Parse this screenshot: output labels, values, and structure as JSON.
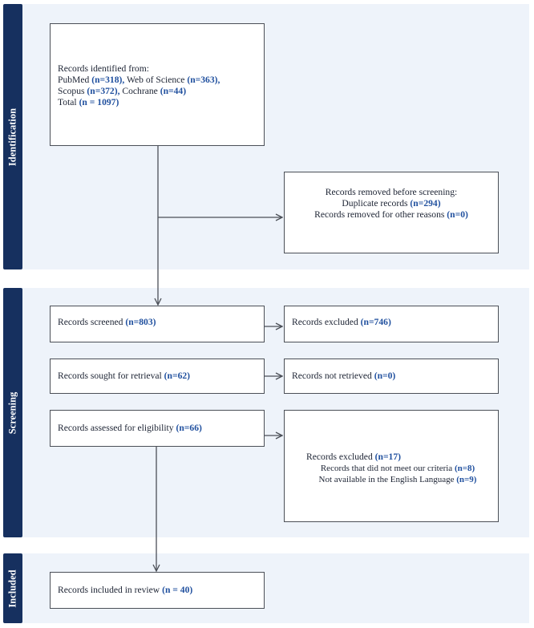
{
  "phases": {
    "identification": "Identification",
    "screening": "Screening",
    "included": "Included"
  },
  "identified": {
    "heading": "Records identified from:",
    "line2_prefix": "PubMed ",
    "pubmed": "(n=318),",
    "line2_mid": " Web of Science ",
    "wos": "(n=363),",
    "line3_prefix": "Scopus ",
    "scopus": "(n=372),",
    "line3_mid": " Cochrane ",
    "cochrane": "(n=44)",
    "total_label": "Total ",
    "total": "(n = 1097)"
  },
  "removed": {
    "heading": "Records removed before screening:",
    "duplicate_label": "Duplicate records ",
    "duplicate": "(n=294)",
    "other_label": "Records removed for other reasons ",
    "other": "(n=0)"
  },
  "screened": {
    "label": "Records screened ",
    "value": "(n=803)"
  },
  "excluded": {
    "label": "Records excluded ",
    "value": "(n=746)"
  },
  "sought": {
    "label": "Records sought for retrieval ",
    "value": "(n=62)"
  },
  "not_retrieved": {
    "label": "Records not retrieved ",
    "value": "(n=0)"
  },
  "assessed": {
    "label": "Records assessed for eligibility ",
    "value": "(n=66)"
  },
  "excluded_eligibility": {
    "label": "Records excluded ",
    "value": "(n=17)",
    "reason1_label": "Records that did not meet our criteria ",
    "reason1_value": "(n=8)",
    "reason2_label": "Not available in the English Language ",
    "reason2_value": "(n=9)"
  },
  "included": {
    "label": "Records included in review ",
    "value": "(n = 40)"
  },
  "colors": {
    "phase": "#16305f",
    "band": "#eef3fa",
    "count": "#1f4f9e",
    "line": "#4b4f57"
  }
}
